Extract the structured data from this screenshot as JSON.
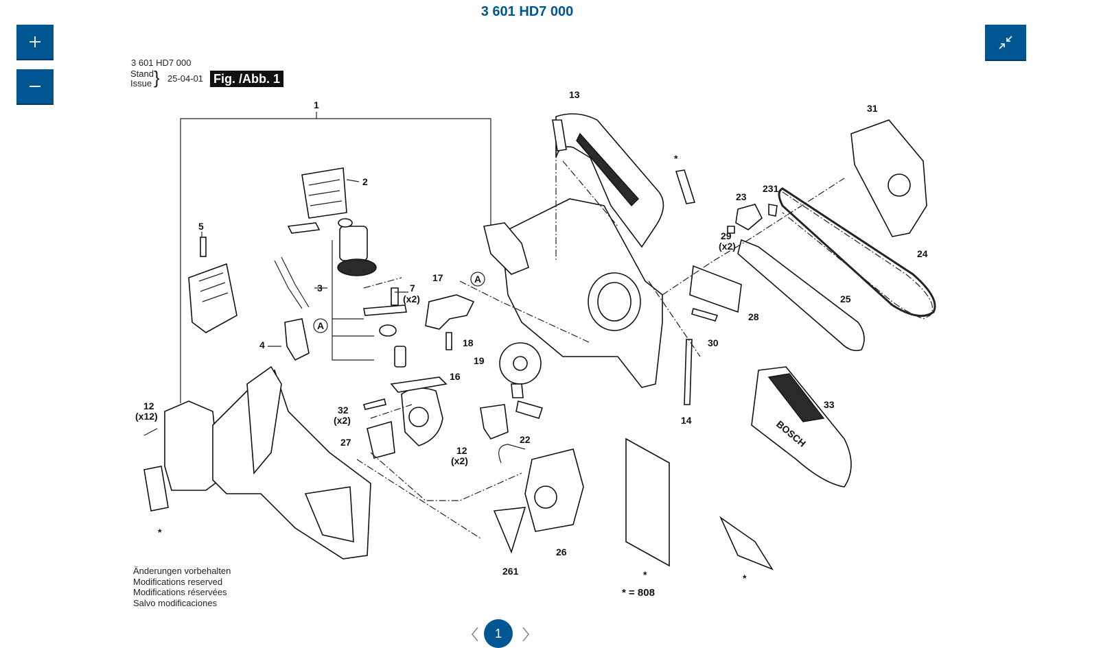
{
  "page_title": "3 601 HD7 000",
  "zoom": {
    "in_label": "+",
    "out_label": "−"
  },
  "drawing": {
    "header_number": "3 601 HD7 000",
    "stand_label": "Stand",
    "issue_label": "Issue",
    "issue_date": "25-04-01",
    "fig_label": "Fig. /Abb. 1",
    "callouts": [
      "1",
      "2",
      "3",
      "4",
      "5",
      "7",
      "(x2)",
      "12",
      "(x12)",
      "12",
      "(x2)",
      "13",
      "14",
      "16",
      "17",
      "18",
      "19",
      "22",
      "23",
      "231",
      "24",
      "25",
      "26",
      "261",
      "27",
      "28",
      "29",
      "(x2)",
      "30",
      "31",
      "32",
      "(x2)",
      "33",
      "A",
      "A",
      "*",
      "*",
      "*",
      "*"
    ],
    "footnotes": [
      "Änderungen vorbehalten",
      "Modifications reserved",
      "Modifications réservées",
      "Salvo modificaciones"
    ],
    "star_note": "* = 808",
    "cover_brand": "BOSCH"
  },
  "pagination": {
    "current_page": "1",
    "prev_icon": "chevron-left-icon",
    "next_icon": "chevron-right-icon"
  },
  "colors": {
    "accent": "#005691"
  }
}
